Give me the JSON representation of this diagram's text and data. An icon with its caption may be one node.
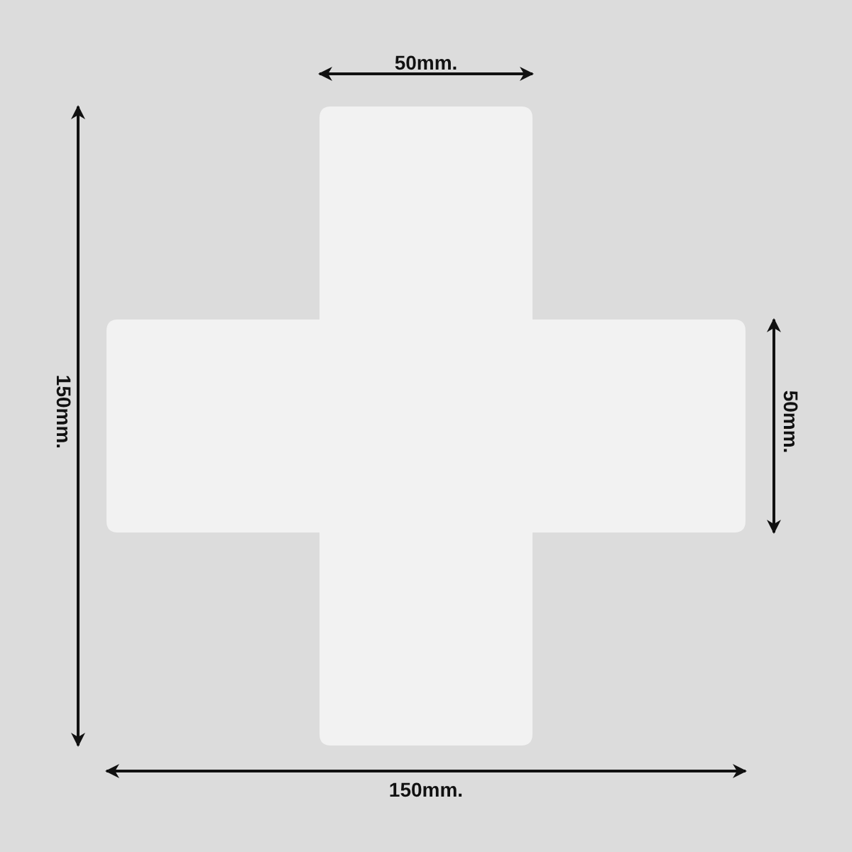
{
  "diagram": {
    "labels": [
      "50mm.",
      "150mm.",
      "50mm.",
      "150mm."
    ]
  }
}
